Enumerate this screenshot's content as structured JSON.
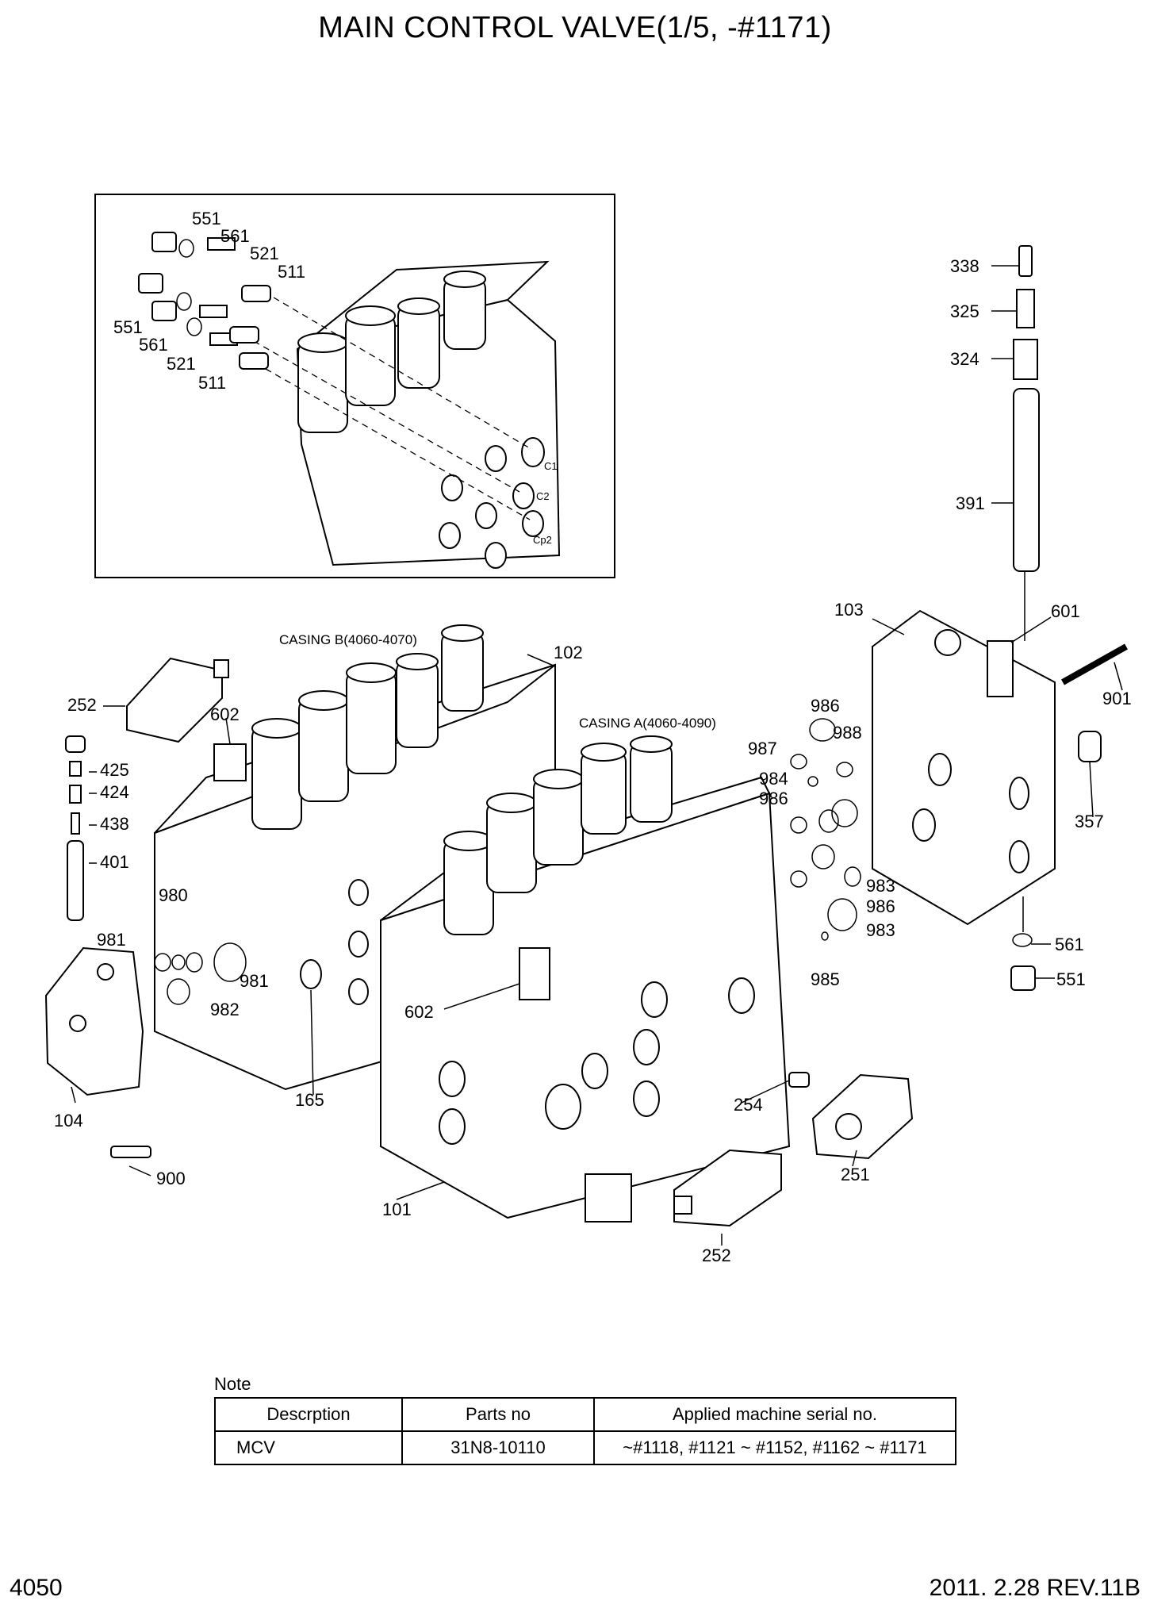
{
  "title": "MAIN CONTROL VALVE(1/5, -#1171)",
  "casing_b_label": "CASING B(4060-4070)",
  "casing_a_label": "CASING A(4060-4090)",
  "port_labels": {
    "c1": "C1",
    "c2": "C2",
    "cp2": "Cp2"
  },
  "callouts": {
    "inset_551_top": "551",
    "inset_561_top": "561",
    "inset_521_top": "521",
    "inset_511_top": "511",
    "inset_551_bot": "551",
    "inset_561_bot": "561",
    "inset_521_bot": "521",
    "inset_511_bot": "511",
    "p338": "338",
    "p325": "325",
    "p324": "324",
    "p391": "391",
    "p103": "103",
    "p601": "601",
    "p901": "901",
    "p102": "102",
    "p252_top": "252",
    "p602_top": "602",
    "p425": "425",
    "p424": "424",
    "p438": "438",
    "p401": "401",
    "p980": "980",
    "p981_l": "981",
    "p981_r": "981",
    "p982": "982",
    "p104": "104",
    "p900": "900",
    "p165": "165",
    "p602_bot": "602",
    "p101": "101",
    "p986_a": "986",
    "p987": "987",
    "p988": "988",
    "p984": "984",
    "p986_b": "986",
    "p983_a": "983",
    "p986_c": "986",
    "p983_b": "983",
    "p985": "985",
    "p357": "357",
    "p561": "561",
    "p551": "551",
    "p254": "254",
    "p251": "251",
    "p252_bot": "252"
  },
  "note": {
    "label": "Note",
    "headers": [
      "Descrption",
      "Parts no",
      "Applied machine serial no."
    ],
    "rows": [
      [
        "MCV",
        "31N8-10110",
        "~#1118, #1121 ~ #1152, #1162 ~ #1171"
      ]
    ]
  },
  "footer": {
    "page_number": "4050",
    "revision": "2011. 2.28  REV.11B"
  }
}
